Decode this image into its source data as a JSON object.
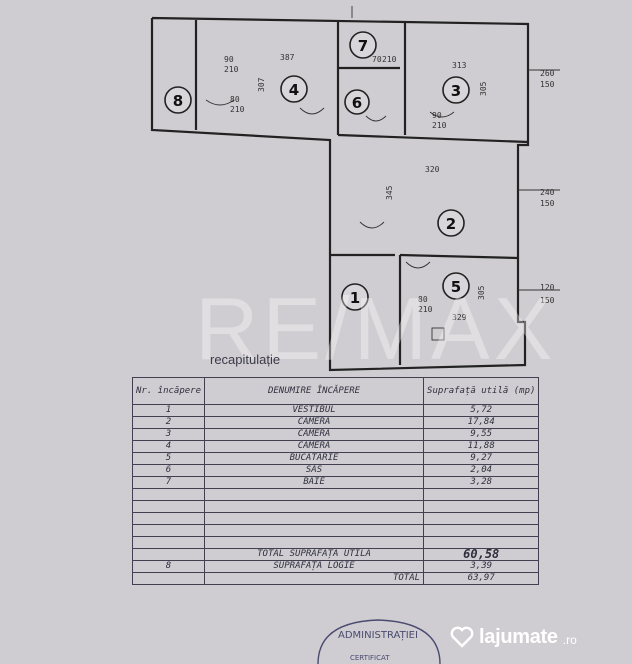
{
  "plan": {
    "rooms": [
      {
        "n": "8"
      },
      {
        "n": "4"
      },
      {
        "n": "7"
      },
      {
        "n": "6"
      },
      {
        "n": "3"
      },
      {
        "n": "2"
      },
      {
        "n": "1"
      },
      {
        "n": "5"
      }
    ],
    "dimensions": [
      "387",
      "307",
      "313",
      "305",
      "320",
      "345",
      "329",
      "305",
      "260",
      "150",
      "240",
      "150",
      "120",
      "150",
      "90",
      "210",
      "80",
      "210",
      "70",
      "210",
      "90",
      "210",
      "80",
      "210"
    ]
  },
  "watermark": "RE/MAX",
  "recap_title": "recapitulație",
  "table": {
    "headers": {
      "nr": "Nr. încăpere",
      "name": "DENUMIRE ÎNCĂPERE",
      "area": "Suprafață utilă (mp)"
    },
    "rows": [
      {
        "nr": "1",
        "name": "VESTIBUL",
        "area": "5,72"
      },
      {
        "nr": "2",
        "name": "CAMERA",
        "area": "17,84"
      },
      {
        "nr": "3",
        "name": "CAMERA",
        "area": "9,55"
      },
      {
        "nr": "4",
        "name": "CAMERA",
        "area": "11,88"
      },
      {
        "nr": "5",
        "name": "BUCĂTĂRIE",
        "area": "9,27"
      },
      {
        "nr": "6",
        "name": "SAS",
        "area": "2,04"
      },
      {
        "nr": "7",
        "name": "BAIE",
        "area": "3,28"
      },
      {
        "nr": "",
        "name": "",
        "area": ""
      },
      {
        "nr": "",
        "name": "",
        "area": ""
      },
      {
        "nr": "",
        "name": "",
        "area": ""
      },
      {
        "nr": "",
        "name": "",
        "area": ""
      },
      {
        "nr": "",
        "name": "",
        "area": ""
      }
    ],
    "total_util_label": "TOTAL SUPRAFAȚA UTILĂ",
    "total_util_value": "60,58",
    "loggia_nr": "8",
    "loggia_label": "SUPRAFAȚA LOGIE",
    "loggia_value": "3,39",
    "total_label": "TOTAL",
    "total_value": "63,97"
  },
  "stamp": {
    "line1": "ADMINISTRAȚIEI",
    "line2": "CERTIFICAT"
  },
  "logo": {
    "name": "lajumate",
    "suffix": ".ro"
  }
}
